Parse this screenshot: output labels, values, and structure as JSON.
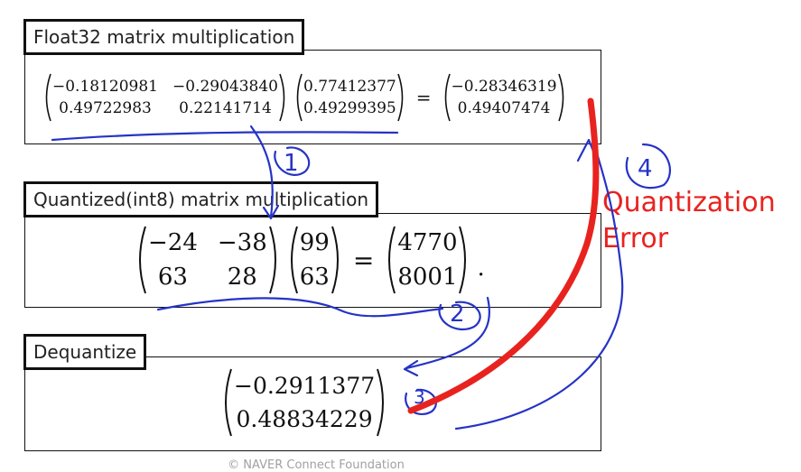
{
  "sections": {
    "float32": {
      "label": "Float32 matrix multiplication",
      "A": [
        [
          "−0.18120981",
          "−0.29043840"
        ],
        [
          "0.49722983",
          "0.22141714"
        ]
      ],
      "x": [
        "0.77412377",
        "0.49299395"
      ],
      "eq": "=",
      "y": [
        "−0.28346319",
        "0.49407474"
      ]
    },
    "int8": {
      "label": "Quantized(int8) matrix multiplication",
      "A": [
        [
          "−24",
          "−38"
        ],
        [
          "63",
          "28"
        ]
      ],
      "x": [
        "99",
        "63"
      ],
      "eq": "=",
      "y": [
        "4770",
        "8001"
      ],
      "trail": "."
    },
    "dequant": {
      "label": "Dequantize",
      "y": [
        "−0.2911377",
        "0.48834229"
      ]
    }
  },
  "annotations": {
    "error_line1": "Quantization",
    "error_line2": "Error",
    "steps": [
      "1",
      "2",
      "3",
      "4"
    ],
    "ink_color": "#2633c6",
    "error_color": "#e8231f"
  },
  "footer": "©  NAVER Connect Foundation"
}
